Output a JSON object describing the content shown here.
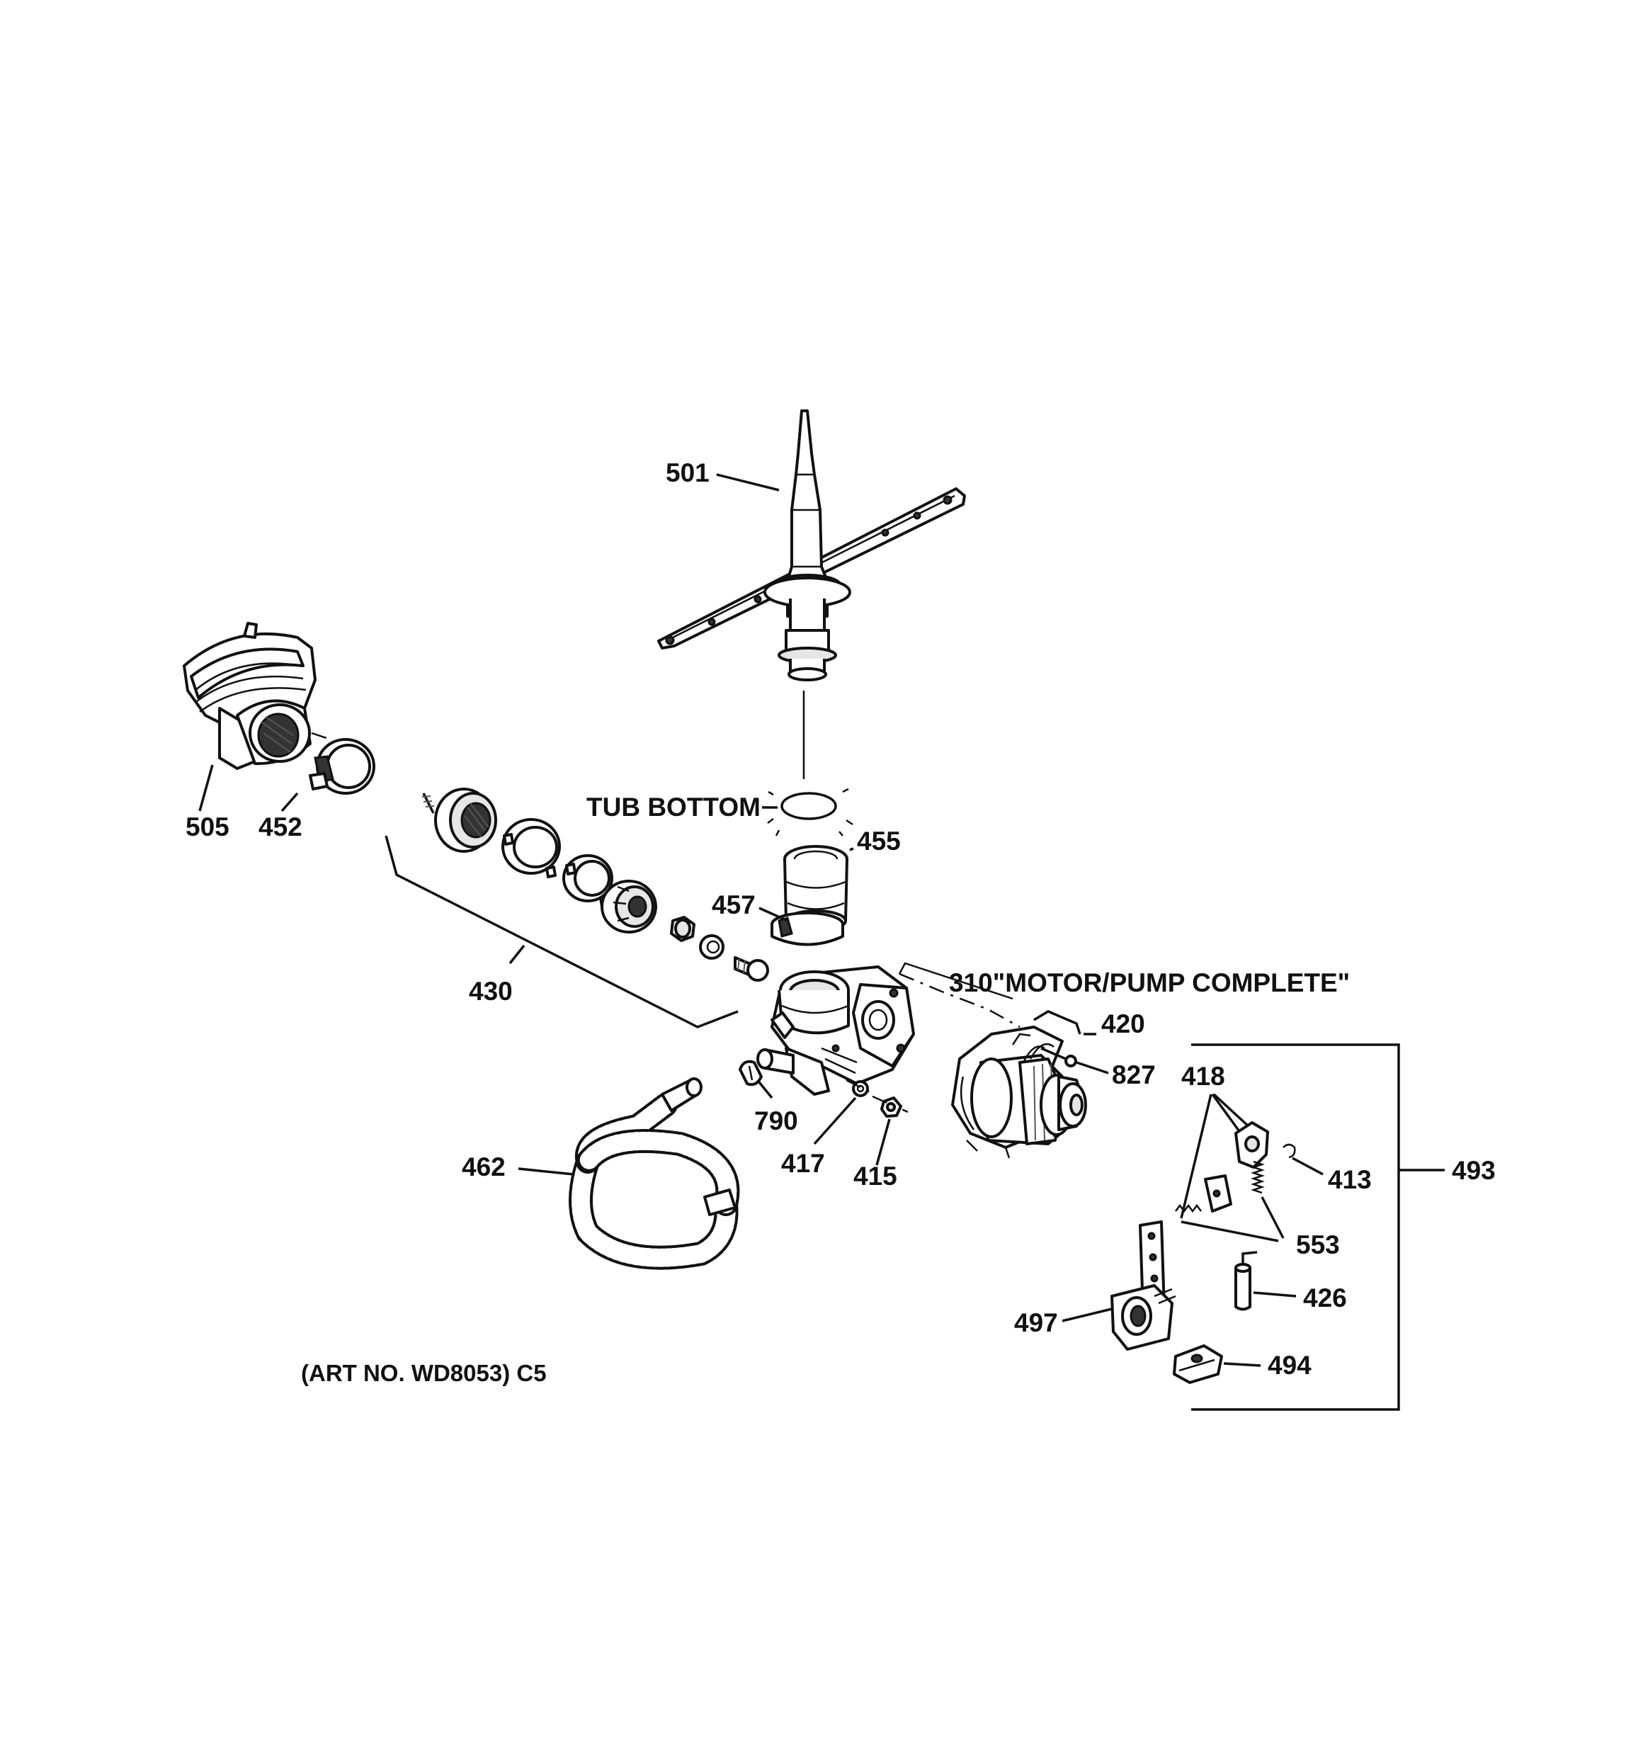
{
  "labels": {
    "p501": "501",
    "p505": "505",
    "p452": "452",
    "tub_bottom": "TUB BOTTOM",
    "p455": "455",
    "p457": "457",
    "p430": "430",
    "motor_pump": "310\"MOTOR/PUMP COMPLETE\"",
    "p420": "420",
    "p827": "827",
    "p418": "418",
    "p493": "493",
    "p413": "413",
    "p553": "553",
    "p790": "790",
    "p417": "417",
    "p415": "415",
    "p462": "462",
    "p426": "426",
    "p497": "497",
    "p494": "494"
  },
  "art_no": "(ART NO. WD8053) C5"
}
